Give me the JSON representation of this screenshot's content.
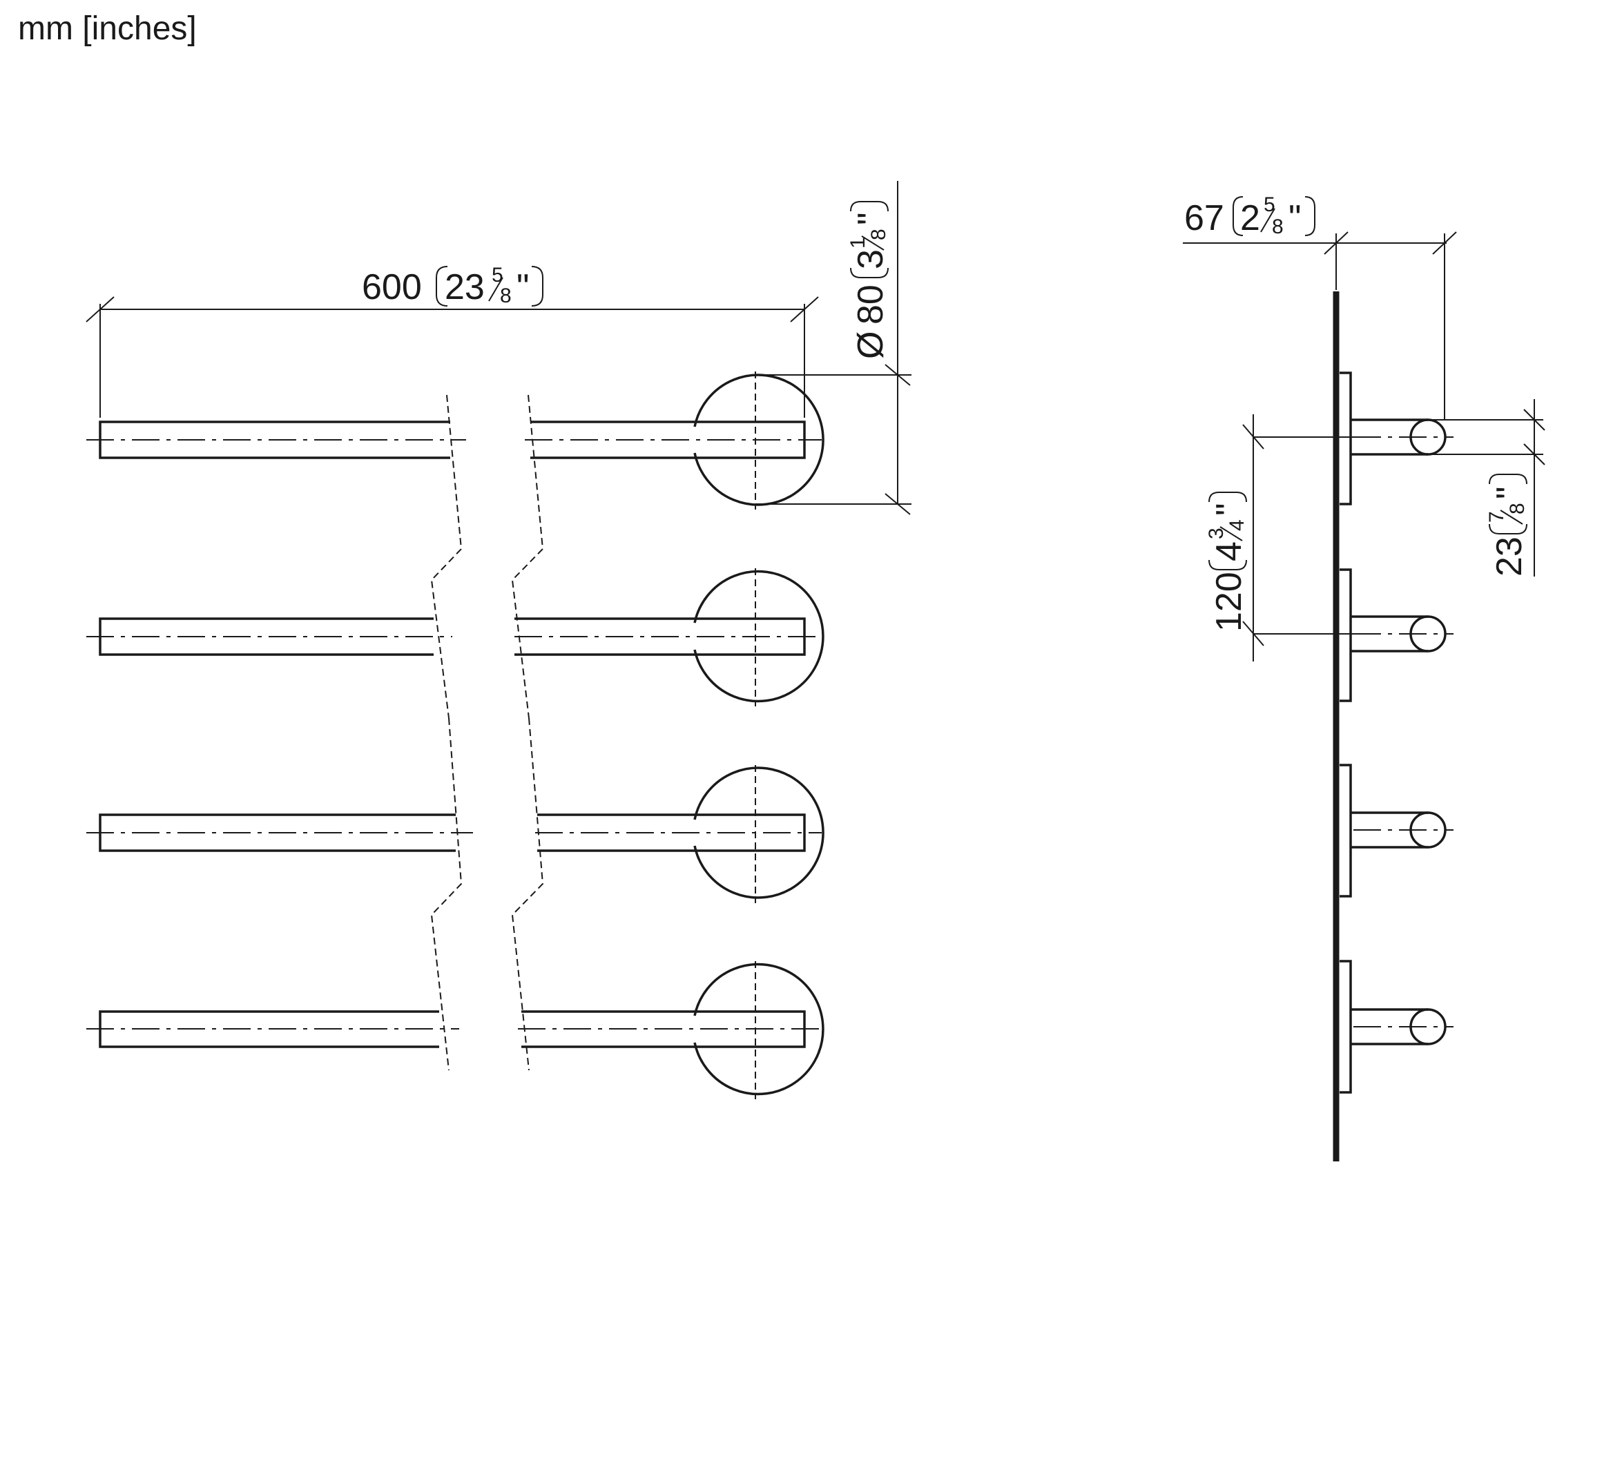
{
  "units_label": "mm [inches]",
  "dimensions": {
    "length": {
      "mm": "600",
      "in_whole": "23",
      "in_num": "5",
      "in_den": "8"
    },
    "diameter": {
      "symbol": "Ø",
      "mm": "80",
      "in_whole": "3",
      "in_num": "1",
      "in_den": "8"
    },
    "projection": {
      "mm": "67",
      "in_whole": "2",
      "in_num": "5",
      "in_den": "8"
    },
    "spacing": {
      "mm": "120",
      "in_whole": "4",
      "in_num": "3",
      "in_den": "4"
    },
    "bar": {
      "mm": "23",
      "in_whole": "",
      "in_num": "7",
      "in_den": "8"
    }
  },
  "inch_mark": "\"",
  "bar_count": 4
}
